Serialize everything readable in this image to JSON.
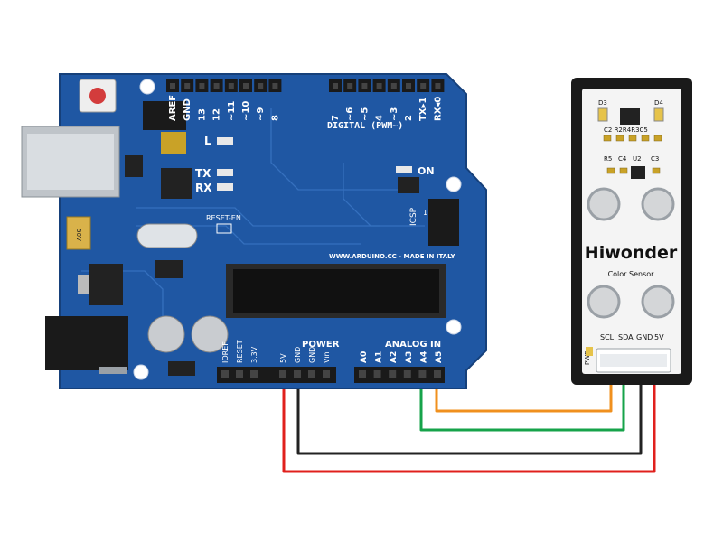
{
  "arduino": {
    "digital_header": "DIGITAL (PWM~)",
    "digital_pins": [
      "AREF",
      "GND",
      "13",
      "12",
      "~11",
      "~10",
      "~9",
      "8",
      "7",
      "~6",
      "~5",
      "4",
      "~3",
      "2",
      "TX▸1",
      "RX◂0"
    ],
    "led_l": "L",
    "led_tx": "TX",
    "led_rx": "RX",
    "led_on": "ON",
    "reset_en": "RESET-EN",
    "icsp": "ICSP",
    "icsp_num": "1",
    "url": "WWW.ARDUINO.CC - MADE IN ITALY",
    "power_header": "POWER",
    "power_pins": [
      "IOREF",
      "RESET",
      "3.3V",
      "5V",
      "GND",
      "GND",
      "Vin"
    ],
    "analog_header": "ANALOG IN",
    "analog_pins": [
      "A0",
      "A1",
      "A2",
      "A3",
      "A4",
      "A5"
    ],
    "cap_label": "50V"
  },
  "sensor": {
    "brand": "Hiwonder",
    "name": "Color Sensor",
    "comp_labels": [
      "D3",
      "D4",
      "C2 R2R4R3C5",
      "R5",
      "C4",
      "U2",
      "C3"
    ],
    "pin_labels": [
      "SCL",
      "SDA",
      "GND",
      "5V"
    ],
    "pwr_label": "PWR"
  },
  "colors": {
    "board": "#1f57a3",
    "wire_5v": "#e0201d",
    "wire_gnd": "#222222",
    "wire_sda": "#16a34a",
    "wire_scl": "#f0901e"
  }
}
